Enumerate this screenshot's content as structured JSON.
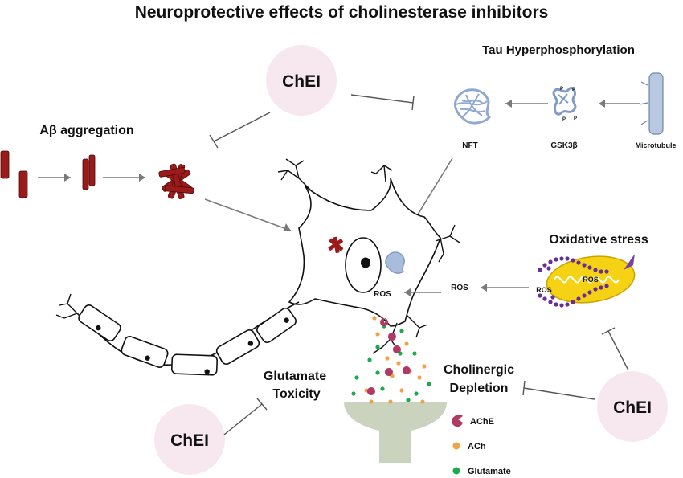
{
  "title": "Neuroprotective effects of cholinesterase inhibitors",
  "labels": {
    "tau": "Tau Hyperphosphorylation",
    "abeta": "Aβ aggregation",
    "nft": "NFT",
    "gsk": "GSK3β",
    "microtubule": "Microtubule",
    "oxidative": "Oxidative stress",
    "ros_neuron": "ROS",
    "ros_mid": "ROS",
    "ros_left": "ROS",
    "ros_mito": "ROS",
    "glutamate_line1": "Glutamate",
    "glutamate_line2": "Toxicity",
    "cholinergic_line1": "Cholinergic",
    "cholinergic_line2": "Depletion",
    "phospho": "P"
  },
  "inhibitors": {
    "top": "ChEI",
    "bottom_left": "ChEI",
    "bottom_right": "ChEI"
  },
  "legend": {
    "ache": "AChE",
    "ach": "ACh",
    "glutamate": "Glutamate"
  },
  "colors": {
    "amyloid": "#9b1b1b",
    "tau": "#8fa9cf",
    "chei_bubble": "#f6e8ee",
    "mito": "#f5d214",
    "ros_dot": "#6a2d91",
    "ache": "#b03a62",
    "ach": "#f0a24a",
    "glutamate": "#1ea84f",
    "funnel": "#c9d3bd"
  }
}
